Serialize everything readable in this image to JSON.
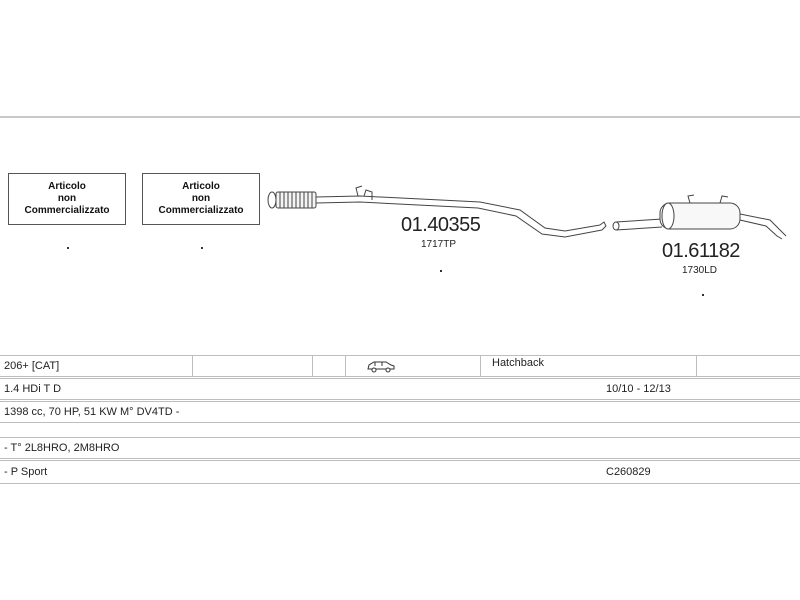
{
  "placeholders": [
    {
      "lines": [
        "Articolo",
        "non",
        "Commercializzato"
      ]
    },
    {
      "lines": [
        "Articolo",
        "non",
        "Commercializzato"
      ]
    }
  ],
  "parts": [
    {
      "code": "01.40355",
      "sub": "1717TP"
    },
    {
      "code": "01.61182",
      "sub": "1730LD"
    }
  ],
  "table": {
    "row1": {
      "model": "206+ [CAT]",
      "car_icon": "car-icon",
      "body": "Hatchback"
    },
    "row2": {
      "engine": "1.4 HDi T D",
      "dates": "10/10 - 12/13"
    },
    "row3": {
      "spec": "1398 cc, 70 HP, 51 KW M° DV4TD -"
    },
    "row4": {
      "type": "- T° 2L8HRO, 2M8HRO"
    },
    "row5": {
      "version": "- P Sport",
      "code": "C260829"
    }
  },
  "colors": {
    "line": "#c8c8c8",
    "pipe": "#444444"
  }
}
